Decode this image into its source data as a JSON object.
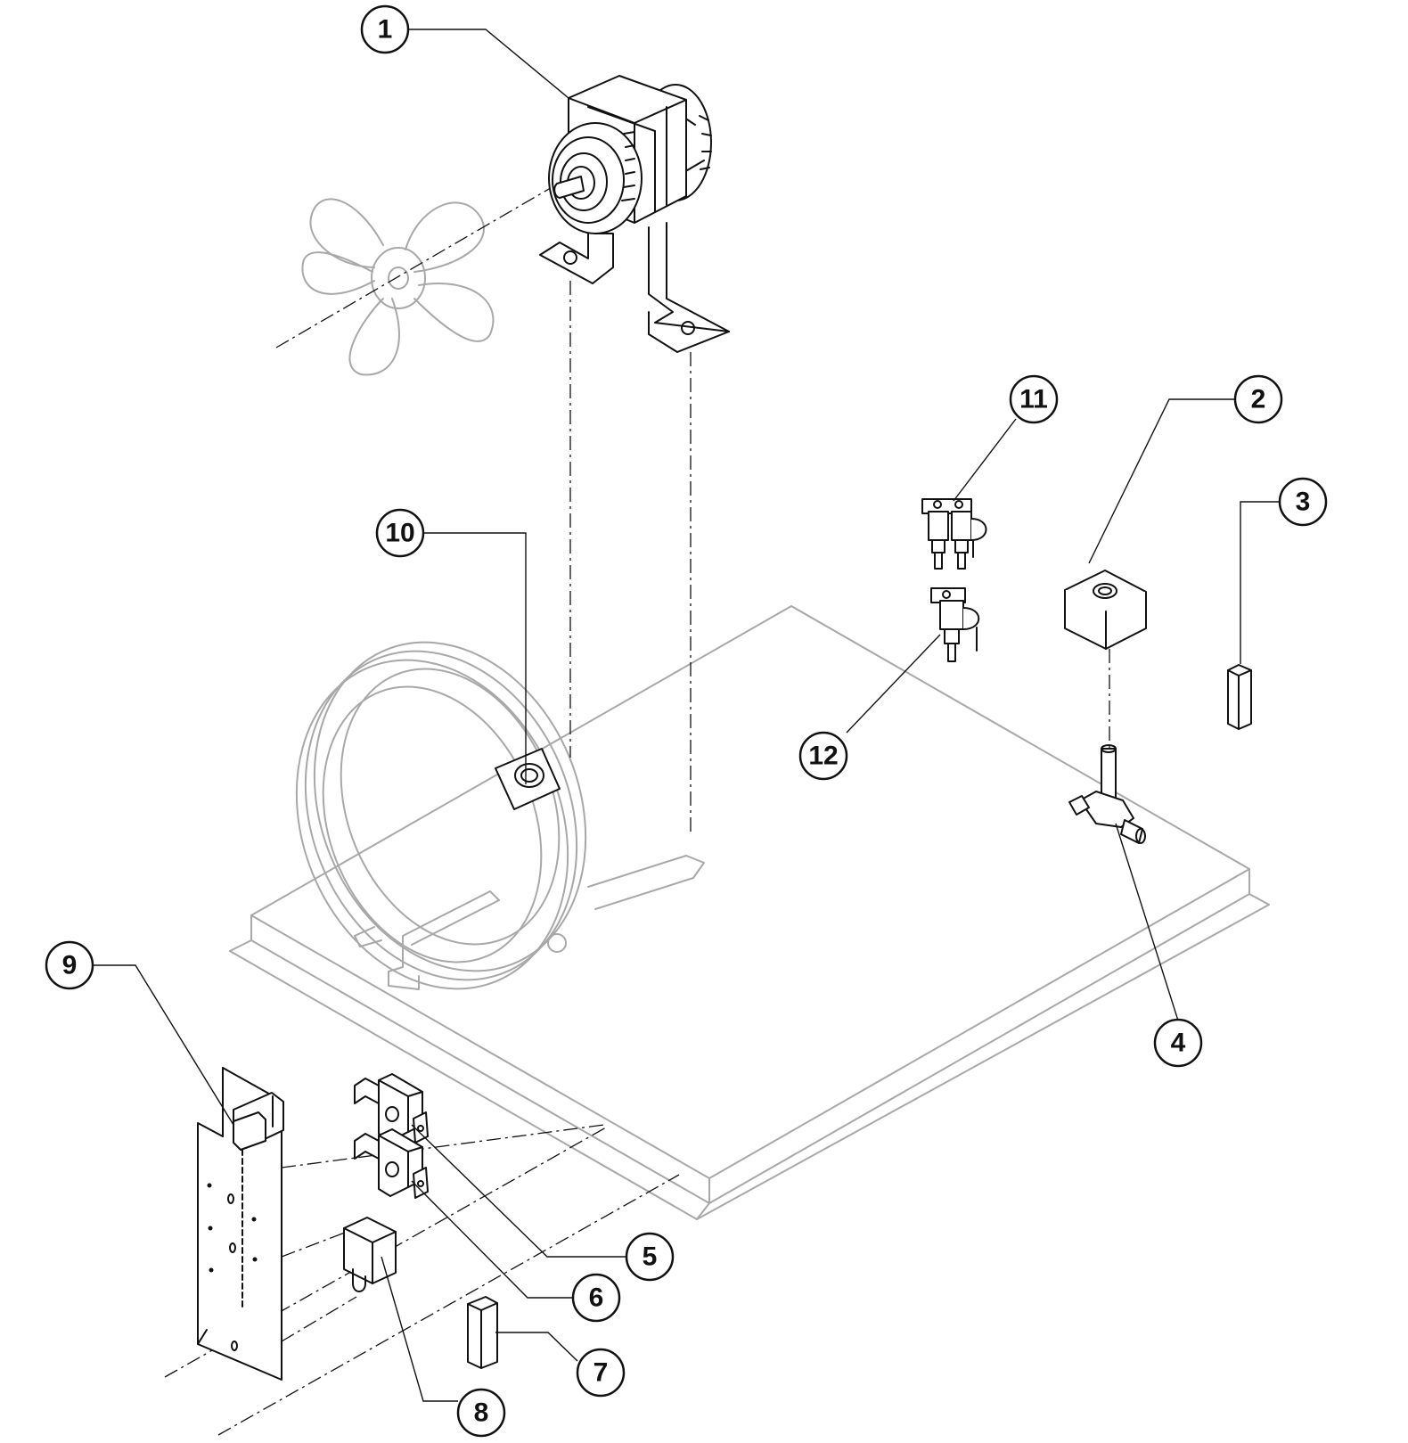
{
  "callouts": [
    {
      "id": "1",
      "label": "1"
    },
    {
      "id": "2",
      "label": "2"
    },
    {
      "id": "3",
      "label": "3"
    },
    {
      "id": "4",
      "label": "4"
    },
    {
      "id": "5",
      "label": "5"
    },
    {
      "id": "6",
      "label": "6"
    },
    {
      "id": "7",
      "label": "7"
    },
    {
      "id": "8",
      "label": "8"
    },
    {
      "id": "9",
      "label": "9"
    },
    {
      "id": "10",
      "label": "10"
    },
    {
      "id": "11",
      "label": "11"
    },
    {
      "id": "12",
      "label": "12"
    }
  ],
  "colors": {
    "ink": "#111111",
    "context": "#a8a8a8",
    "background": "#ffffff"
  }
}
